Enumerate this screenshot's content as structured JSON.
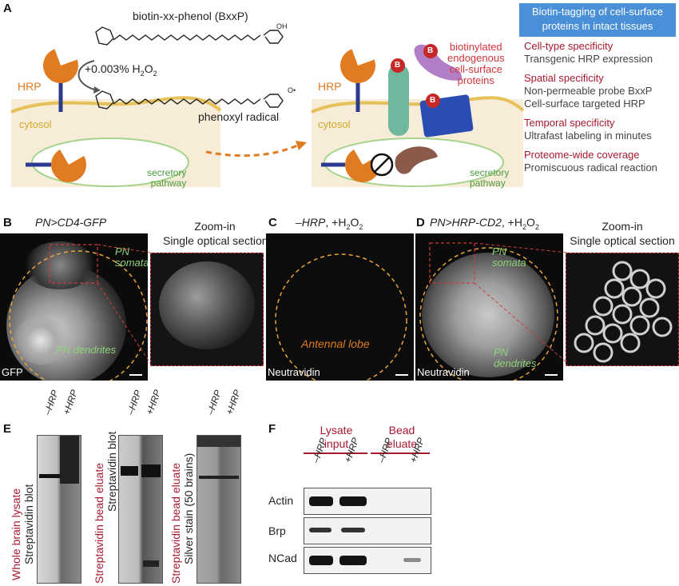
{
  "panels": {
    "a": "A",
    "b": "B",
    "c": "C",
    "d": "D",
    "e": "E",
    "f": "F"
  },
  "panelA": {
    "probe_name": "biotin-xx-phenol (BxxP)",
    "reaction": "+0.003% H",
    "reaction_sub": "2",
    "reaction_o": "O",
    "reaction_sub2": "2",
    "radical_label": "phenoxyl radical",
    "hrp": "HRP",
    "hrp_right": "HRP",
    "cytosol": "cytosol",
    "cytosol_right": "cytosol",
    "secretory": "secretory",
    "pathway": "pathway",
    "secretory_right": "secretory",
    "pathway_right": "pathway",
    "biotin_mark": "B",
    "biotinylated_l1": "biotinylated",
    "biotinylated_l2": "endogenous",
    "biotinylated_l3": "cell-surface",
    "biotinylated_l4": "proteins",
    "oh": "OH",
    "o_dot": "O•"
  },
  "summary": {
    "header_l1": "Biotin-tagging of cell-surface",
    "header_l2": "proteins in intact tissues",
    "items": [
      {
        "title": "Cell-type specificity",
        "lines": [
          "Transgenic HRP expression"
        ]
      },
      {
        "title": "Spatial specificity",
        "lines": [
          "Non-permeable probe BxxP",
          "Cell-surface targeted HRP"
        ]
      },
      {
        "title": "Temporal specificity",
        "lines": [
          "Ultrafast labeling in minutes"
        ]
      },
      {
        "title": "Proteome-wide coverage",
        "lines": [
          "Promiscuous radical reaction"
        ]
      }
    ],
    "header_color": "#4a90d9",
    "title_color": "#a6192e"
  },
  "panelB": {
    "title": "PN>CD4-GFP",
    "zoom_l1": "Zoom-in",
    "zoom_l2": "Single optical section",
    "somata_l1": "PN",
    "somata_l2": "somata",
    "dendrites": "PN dendrites",
    "channel": "GFP"
  },
  "panelC": {
    "title_a": "–HRP",
    "title_b": ", +H",
    "title_sub": "2",
    "title_o": "O",
    "title_sub2": "2",
    "lobe": "Antennal lobe",
    "channel": "Neutravidin"
  },
  "panelD": {
    "title_a": "PN>HRP-CD2",
    "title_b": ", +H",
    "title_sub": "2",
    "title_o": "O",
    "title_sub2": "2",
    "zoom_l1": "Zoom-in",
    "zoom_l2": "Single optical section",
    "somata_l1": "PN",
    "somata_l2": "somata",
    "dendrites_l1": "PN",
    "dendrites_l2": "dendrites",
    "channel": "Neutravidin"
  },
  "panelE": {
    "lane_minus": "–HRP",
    "lane_plus": "+HRP",
    "blots": [
      {
        "label_red": "Whole brain lysate",
        "label_black": "Streptavidin blot"
      },
      {
        "label_red": "Streptavidin bead eluate",
        "label_black": "Streptavidin blot"
      },
      {
        "label_red": "Streptavidin bead eluate",
        "label_black": "Silver stain (50 brains)"
      }
    ]
  },
  "panelF": {
    "group1_l1": "Lysate",
    "group1_l2": "input",
    "group2_l1": "Bead",
    "group2_l2": "eluate",
    "lanes": [
      "–HRP",
      "+HRP",
      "–HRP",
      "+HRP"
    ],
    "rows": [
      "Actin",
      "Brp",
      "NCad"
    ]
  }
}
